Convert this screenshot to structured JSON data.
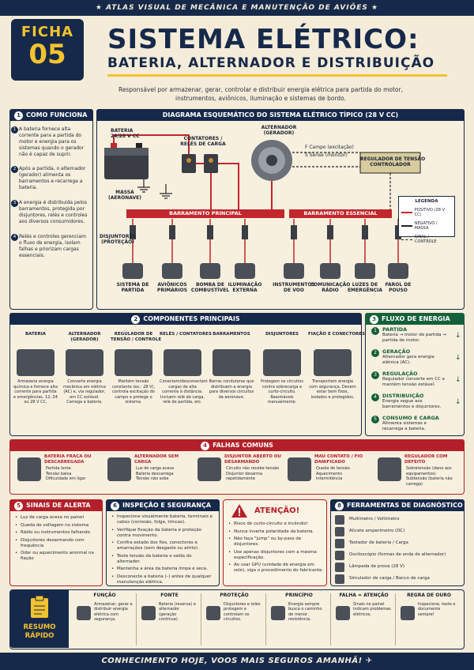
{
  "topbar": "★ ATLAS VISUAL DE MECÂNICA E MANUTENÇÃO DE AVIÕES ★",
  "badge": {
    "line1": "FICHA",
    "line2": "05"
  },
  "title": "SISTEMA ELÉTRICO:",
  "title_sub": "BATERIA, ALTERNADOR E DISTRIBUIÇÃO",
  "subtitle": "Responsável por armazenar, gerar, controlar e distribuir energia elétrica para partida do motor, instrumentos, aviônicos, iluminação e sistemas de bordo.",
  "como_funciona": {
    "header": "COMO FUNCIONA",
    "num": "1",
    "items": [
      "A bateria fornece alta corrente para a partida do motor e energia para os sistemas quando o gerador não é capaz de suprir.",
      "Após a partida, o alternador (gerador) alimenta os barramentos e recarrega a bateria.",
      "A energia é distribuída pelos barramentos, protegida por disjuntores, relés e controles aos diversos consumidores.",
      "Relés e controles gerenciam o fluxo de energia, isolam falhas e priorizam cargas essenciais."
    ]
  },
  "diagrama": {
    "header": "DIAGRAMA ESQUEMÁTICO DO SISTEMA ELÉTRICO TÍPICO (28 V CC)",
    "bateria": "BATERIA\n24/28 V CC",
    "massa": "MASSA\n(AERONAVE)",
    "contatores": "CONTATORES /\nRELÉS DE CARGA",
    "alternador": "ALTERNADOR\n(GERADOR)",
    "campo": "F  Campo (excitação)",
    "sense": "S  Sense (monitor)",
    "regulador": "REGULADOR DE TENSÃO\nCONTROLADOR",
    "bus_principal": "BARRAMENTO PRINCIPAL",
    "bus_essencial": "BARRAMENTO ESSENCIAL",
    "disjuntores": "DISJUNTORES\n(PROTEÇÃO)",
    "legenda": {
      "title": "LEGENDA",
      "items": [
        "POSITIVO (28 V CC)",
        "NEGATIVO / MASSA",
        "SINAL / CONTROLE"
      ]
    },
    "consumidores": [
      "SISTEMA DE\nPARTIDA",
      "AVIÔNICOS\nPRIMÁRIOS",
      "BOMBA DE\nCOMBUSTÍVEL",
      "ILUMINAÇÃO\nEXTERNA",
      "INSTRUMENTOS\nDE VOO",
      "COMUNICAÇÃO\nRÁDIO",
      "LUZES DE\nEMERGÊNCIA",
      "FAROL DE\nPOUSO"
    ]
  },
  "componentes": {
    "header": "COMPONENTES PRINCIPAIS",
    "num": "2",
    "items": [
      {
        "title": "BATERIA",
        "desc": "Armazena energia química e fornece alta corrente para partida e emergências. 12, 24 ou 28 V CC."
      },
      {
        "title": "ALTERNADOR\n(GERADOR)",
        "desc": "Converte energia mecânica em elétrica (AC) e, via regulador, em CC estável. Carrega a bateria."
      },
      {
        "title": "REGULADOR DE\nTENSÃO / CONTROLE",
        "desc": "Mantém tensão constante (ex.: 28 V), controla excitação do campo e protege o sistema."
      },
      {
        "title": "RELÉS / CONTATORES",
        "desc": "Conectam/desconectam cargas de alta corrente à distância. Incluem relé de carga, relé de partida, etc."
      },
      {
        "title": "BARRAMENTOS",
        "desc": "Barras condutoras que distribuem a energia para diversos circuitos da aeronave."
      },
      {
        "title": "DISJUNTORES",
        "desc": "Protegem os circuitos contra sobrecarga e curto-circuito. Rearmáveis manualmente."
      },
      {
        "title": "FIAÇÃO E CONECTORES",
        "desc": "Transportam energia com segurança. Devem estar bem fixos, isolados e protegidos."
      }
    ]
  },
  "fluxo": {
    "header": "FLUXO DE ENERGIA",
    "num": "3",
    "items": [
      {
        "title": "PARTIDA",
        "desc": "Bateria → motor de partida → partida do motor."
      },
      {
        "title": "GERAÇÃO",
        "desc": "Alternador gera energia elétrica (AC)."
      },
      {
        "title": "REGULAÇÃO",
        "desc": "Regulador converte em CC e mantém tensão estável."
      },
      {
        "title": "DISTRIBUIÇÃO",
        "desc": "Energia segue aos barramentos e disjuntores."
      },
      {
        "title": "CONSUMO E CARGA",
        "desc": "Alimenta sistemas e recarrega a bateria."
      }
    ]
  },
  "falhas": {
    "header": "FALHAS COMUNS",
    "num": "4",
    "items": [
      {
        "title": "BATERIA FRACA OU DESCARREGADA",
        "points": [
          "Partida lenta",
          "Tensão baixa",
          "Dificuldade em ligar"
        ]
      },
      {
        "title": "ALTERNADOR SEM CARGA",
        "points": [
          "Luz de carga acesa",
          "Bateria descarrega",
          "Tensão não sobe"
        ]
      },
      {
        "title": "DISJUNTOR ABERTO OU DESARMANDO",
        "points": [
          "Circuito não recebe tensão",
          "Disjuntor desarma repetidamente"
        ]
      },
      {
        "title": "MAU CONTATO / FIO DANIFICADO",
        "points": [
          "Queda de tensão",
          "Aquecimento",
          "Intermitência"
        ]
      },
      {
        "title": "REGULADOR COM DEFEITO",
        "points": [
          "Sobretensão (dano aos equipamentos)",
          "Subtensão (bateria não carrega)"
        ]
      }
    ]
  },
  "sinais": {
    "header": "SINAIS DE ALERTA",
    "num": "5",
    "items": [
      "Luz de carga acesa no painel",
      "Queda de voltagem no sistema",
      "Rádio ou instrumentos falhando",
      "Disjuntores desarmando com frequência",
      "Odor ou aquecimento anormal na fiação"
    ]
  },
  "inspecao": {
    "header": "INSPEÇÃO E SEGURANÇA",
    "num": "6",
    "items": [
      "Inspecione visualmente bateria, terminais e cabos (corrosão, folga, trincas).",
      "Verifique fixação da bateria e proteção contra movimento.",
      "Confira estado dos fios, conectores e amarrações (sem desgaste ou atrito).",
      "Teste tensão da bateria e saída do alternador.",
      "Mantenha a área da bateria limpa e seca.",
      "Desconecte a bateria (–) antes de qualquer manutenção elétrica."
    ]
  },
  "atencao": {
    "header": "ATENÇÃO!",
    "items": [
      "Risco de curto-circuito e incêndio!",
      "Nunca inverta polaridade da bateria.",
      "Não faça \"jump\" ou by-pass de disjuntores.",
      "Use apenas disjuntores com a mesma especificação.",
      "Ao usar GPU (unidade de energia em solo), siga o procedimento do fabricante."
    ]
  },
  "ferramentas": {
    "header": "FERRAMENTAS DE DIAGNÓSTICO",
    "num": "8",
    "items": [
      "Multímetro / Voltímetro",
      "Alicate amperímetro (DC)",
      "Testador de bateria / Carga",
      "Osciloscópio (formas de onda do alternador)",
      "Lâmpada de prova (28 V)",
      "Simulador de carga / Banco de carga"
    ]
  },
  "resumo": {
    "label": "RESUMO RÁPIDO",
    "boxes": [
      {
        "title": "FUNÇÃO",
        "desc": "Armazenar, gerar e distribuir energia elétrica com segurança."
      },
      {
        "title": "FONTE",
        "desc": "Bateria (reserva) e alternador (geração contínua)."
      },
      {
        "title": "PROTEÇÃO",
        "desc": "Disjuntores e relés protegem e controlam os circuitos."
      },
      {
        "title": "PRINCÍPIO",
        "desc": "Energia sempre busca o caminho de menor resistência."
      },
      {
        "title": "FALHA = ATENÇÃO",
        "desc": "Sinais no painel indicam problemas elétricos."
      },
      {
        "title": "REGRA DE OURO",
        "desc": "Inspecione, teste e documente sempre!"
      }
    ]
  },
  "footer": "CONHECIMENTO HOJE, VOOS MAIS SEGUROS AMANHÃ!",
  "colors": {
    "navy": "#16294a",
    "red": "#c2272d",
    "green": "#14603a",
    "yellow": "#f2c230",
    "bg": "#f4ecd8"
  }
}
